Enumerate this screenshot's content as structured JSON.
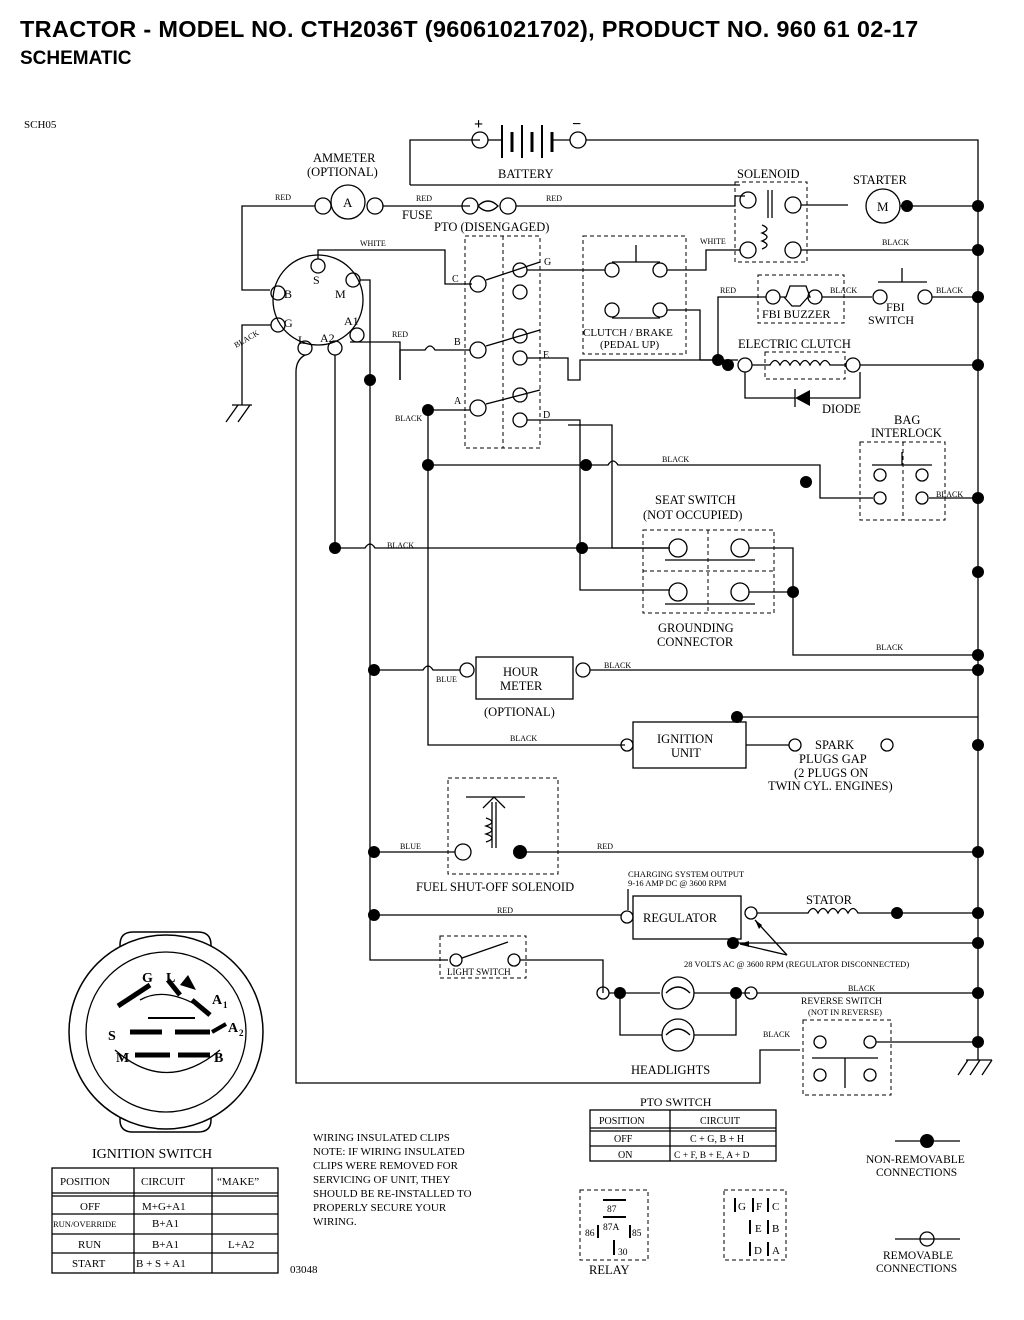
{
  "header": {
    "title": "TRACTOR - MODEL NO. CTH2036T (96061021702), PRODUCT NO. 960 61 02-17",
    "subtitle": "SCHEMATIC"
  },
  "diagram": {
    "code": "SCH05",
    "code2": "03048",
    "battery": {
      "label": "BATTERY",
      "plus": "+",
      "minus": "−"
    },
    "ammeter": {
      "label": "AMMETER",
      "note": "(OPTIONAL)",
      "symbol": "A"
    },
    "fuse": "FUSE",
    "solenoid": "SOLENOID",
    "starter": {
      "label": "STARTER",
      "symbol": "M"
    },
    "pto_disengaged": "PTO (DISENGAGED)",
    "clutch_brake": [
      "CLUTCH / BRAKE",
      "(PEDAL UP)"
    ],
    "fbi_buzzer": "FBI BUZZER",
    "fbi_switch": [
      "FBI",
      "SWITCH"
    ],
    "electric_clutch": "ELECTRIC CLUTCH",
    "diode": "DIODE",
    "bag_interlock": [
      "BAG",
      "INTERLOCK"
    ],
    "seat_switch": [
      "SEAT SWITCH",
      "(NOT OCCUPIED)"
    ],
    "grounding_connector": [
      "GROUNDING",
      "CONNECTOR"
    ],
    "hour_meter": [
      "HOUR",
      "METER"
    ],
    "optional": "(OPTIONAL)",
    "ignition_unit": [
      "IGNITION",
      "UNIT"
    ],
    "spark_plugs": [
      "SPARK",
      "PLUGS GAP",
      "(2 PLUGS ON",
      "TWIN CYL. ENGINES)"
    ],
    "fuel_solenoid": "FUEL SHUT-OFF SOLENOID",
    "charging_output": [
      "CHARGING SYSTEM OUTPUT",
      "9-16 AMP DC @ 3600 RPM"
    ],
    "regulator": "REGULATOR",
    "stator": "STATOR",
    "ac_note": "28 VOLTS AC @ 3600 RPM (REGULATOR DISCONNECTED)",
    "light_switch": "LIGHT SWITCH",
    "headlights": "HEADLIGHTS",
    "reverse_switch": [
      "REVERSE SWITCH",
      "(NOT IN REVERSE)"
    ],
    "wire_colors": {
      "red": "RED",
      "black": "BLACK",
      "white": "WHITE",
      "blue": "BLUE"
    },
    "ign_terminals": {
      "b": "B",
      "g": "G",
      "l": "L",
      "a2": "A2",
      "a1": "A1",
      "m": "M",
      "s": "S"
    },
    "pto_terminals": {
      "a": "A",
      "b": "B",
      "c": "C",
      "d": "D",
      "e": "E",
      "g": "G"
    },
    "ign_switch_letters": {
      "g": "G",
      "l": "L",
      "a1": "A",
      "a1sub": "1",
      "a2": "A",
      "a2sub": "2",
      "s": "S",
      "m": "M",
      "b": "B"
    },
    "ignition_switch_title": "IGNITION SWITCH",
    "ignition_table": {
      "headers": [
        "POSITION",
        "CIRCUIT",
        "“MAKE”"
      ],
      "rows": [
        [
          "OFF",
          "M+G+A1",
          ""
        ],
        [
          "RUN/OVERRIDE",
          "B+A1",
          ""
        ],
        [
          "RUN",
          "B+A1",
          "L+A2"
        ],
        [
          "START",
          "B + S + A1",
          ""
        ]
      ]
    },
    "note": [
      "WIRING INSULATED CLIPS",
      "NOTE:  IF WIRING INSULATED",
      "CLIPS WERE REMOVED FOR",
      "SERVICING OF UNIT, THEY",
      "SHOULD BE RE-INSTALLED TO",
      "PROPERLY SECURE YOUR",
      "WIRING."
    ],
    "pto_switch_title": "PTO SWITCH",
    "pto_table": {
      "headers": [
        "POSITION",
        "CIRCUIT"
      ],
      "rows": [
        [
          "OFF",
          "C + G, B + H"
        ],
        [
          "ON",
          "C + F, B + E, A + D"
        ]
      ]
    },
    "relay": {
      "label": "RELAY",
      "pins": [
        "87",
        "87A",
        "86",
        "85",
        "30"
      ]
    },
    "pto_pins": [
      "G",
      "F",
      "C",
      "E",
      "B",
      "D",
      "A"
    ],
    "non_removable": [
      "NON-REMOVABLE",
      "CONNECTIONS"
    ],
    "removable": [
      "REMOVABLE",
      "CONNECTIONS"
    ]
  }
}
